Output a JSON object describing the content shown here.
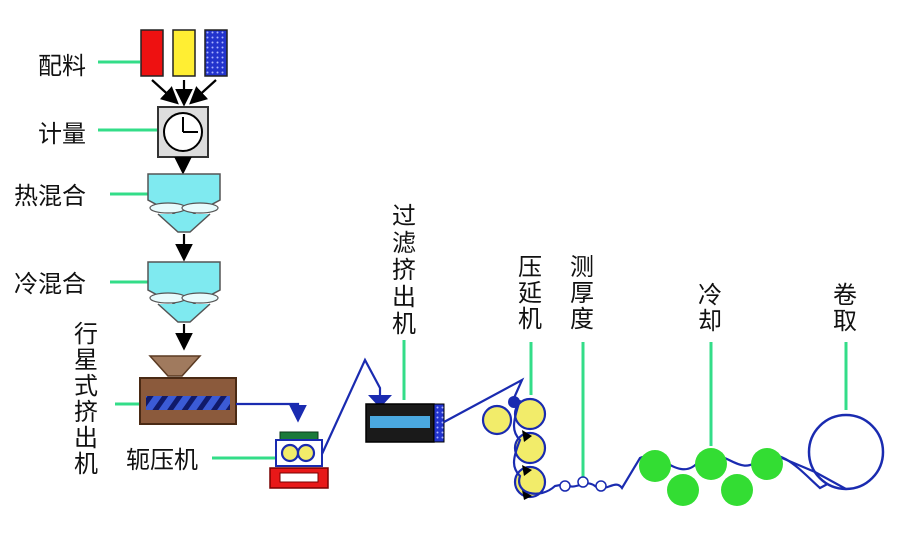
{
  "labels": {
    "batching": "配料",
    "metering": "计量",
    "hot_mixing": "热混合",
    "cold_mixing": "冷混合",
    "planetary_extruder": "行星式挤出机",
    "roller_press": "轭压机",
    "filter_extruder": "过滤挤出机",
    "calender": "压延机",
    "thickness_gauge": "测厚度",
    "cooling": "冷却",
    "winding": "卷取"
  },
  "colors": {
    "leader": "#33dd88",
    "material_path": "#1a2bb0",
    "bin_red": "#ee1111",
    "bin_yellow": "#ffee33",
    "bin_blue": "#2233cc",
    "mixer_fill": "#7feaf0",
    "extruder_brown": "#8b5a3c",
    "calender_roll": "#f2ec6a",
    "cooling_roll": "#33dd33",
    "roller_press_base": "#e81818"
  }
}
